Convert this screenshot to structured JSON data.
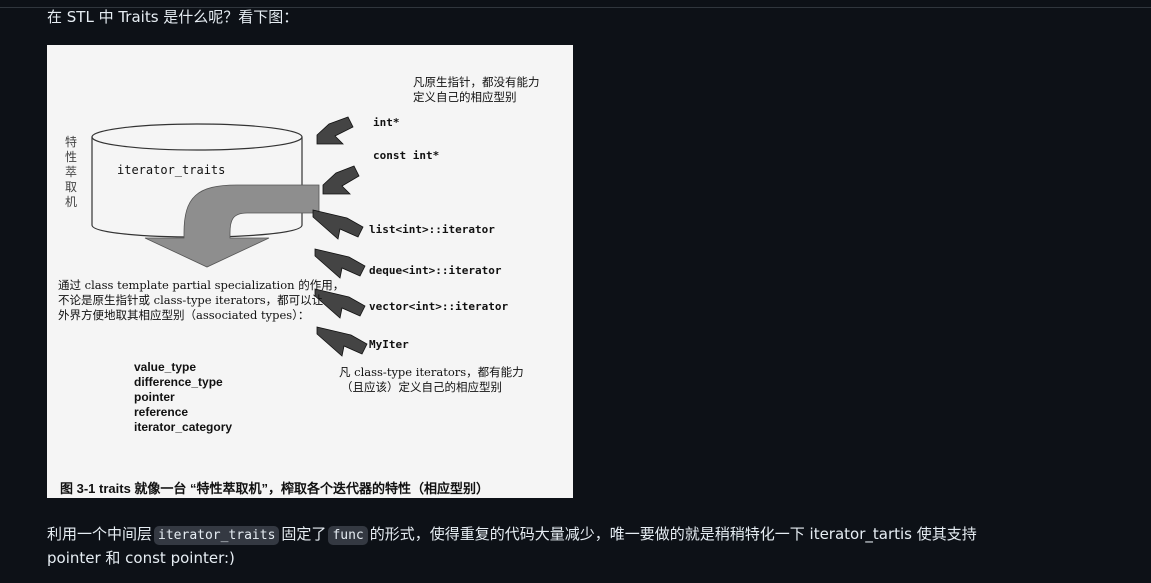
{
  "intro": {
    "text": "在 STL 中 Traits 是什么呢？看下图："
  },
  "figure": {
    "top_note": [
      "凡原生指针，都没有能力",
      "定义自己的相应型别"
    ],
    "side_label": "特性萃取机",
    "box_label": "iterator_traits",
    "inputs": [
      "int*",
      "const int*",
      "list<int>::iterator",
      "deque<int>::iterator",
      "vector<int>::iterator",
      "MyIter"
    ],
    "left_note": [
      "通过 class template partial specialization 的作用，",
      "不论是原生指针或 class-type iterators，都可以让",
      "外界方便地取其相应型别（associated types）："
    ],
    "types": [
      "value_type",
      "difference_type",
      "pointer",
      "reference",
      "iterator_category"
    ],
    "bottom_note": [
      "凡 class-type iterators，都有能力",
      "（且应该）定义自己的相应型别"
    ],
    "caption": "图 3-1   traits 就像一台 “特性萃取机”，榨取各个迭代器的特性（相应型别）"
  },
  "summary": {
    "before": "利用一个中间层",
    "code1": "iterator_traits",
    "middle": "固定了",
    "code2": "func",
    "after": "的形式，使得重复的代码大量减少，唯一要做的就是稍稍特化一下 iterator_tartis 使其支持",
    "line2": "pointer 和 const pointer:)"
  }
}
